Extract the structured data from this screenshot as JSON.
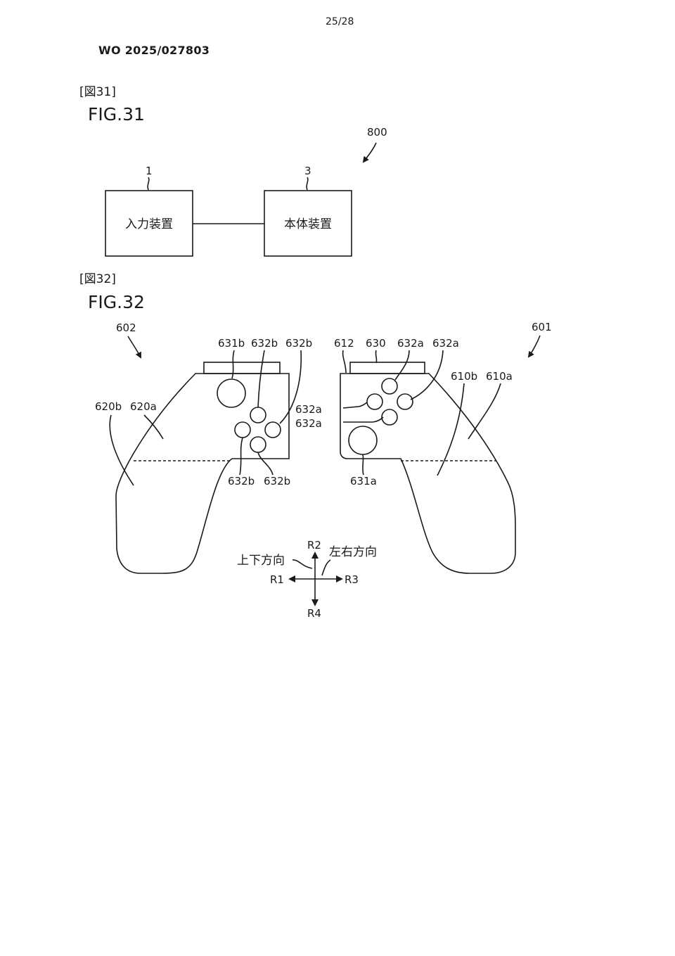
{
  "header": {
    "page_number": "25/28",
    "publication_number": "WO 2025/027803"
  },
  "fig31": {
    "tag": "[図31]",
    "title": "FIG.31",
    "system_ref": "800",
    "box1": {
      "ref": "1",
      "label": "入力装置"
    },
    "box3": {
      "ref": "3",
      "label": "本体装置"
    }
  },
  "fig32": {
    "tag": "[図32]",
    "title": "FIG.32",
    "labels": {
      "ref_602": "602",
      "ref_601": "601",
      "ref_631b": "631b",
      "ref_632b_top1": "632b",
      "ref_632b_top2": "632b",
      "ref_612": "612",
      "ref_630": "630",
      "ref_632a_top1": "632a",
      "ref_632a_top2": "632a",
      "ref_620b": "620b",
      "ref_620a": "620a",
      "ref_610b": "610b",
      "ref_610a": "610a",
      "ref_632a_mid1": "632a",
      "ref_632a_mid2": "632a",
      "ref_632b_bot1": "632b",
      "ref_632b_bot2": "632b",
      "ref_631a": "631a"
    },
    "directions": {
      "vertical_label": "上下方向",
      "horizontal_label": "左右方向",
      "r1": "R1",
      "r2": "R2",
      "r3": "R3",
      "r4": "R4"
    }
  }
}
